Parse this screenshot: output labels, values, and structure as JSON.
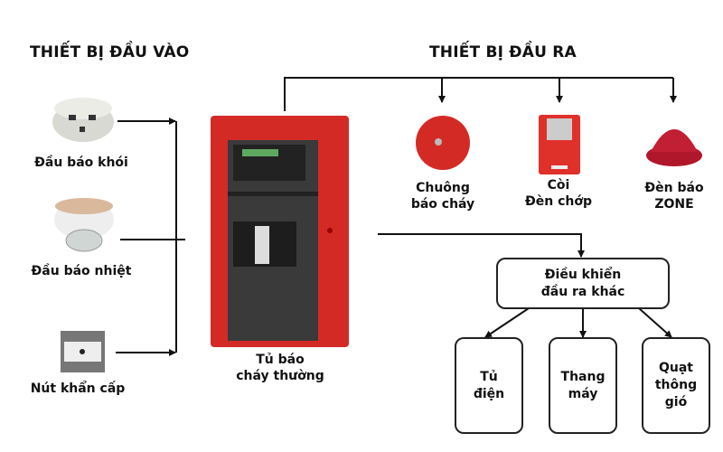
{
  "inputs": {
    "heading": "THIẾT BỊ ĐẦU VÀO",
    "smoke_detector": "Đầu báo khói",
    "heat_detector": "Đầu báo nhiệt",
    "emergency_button": "Nút khẩn cấp"
  },
  "panel": {
    "label_line1": "Tủ báo",
    "label_line2": "cháy thường"
  },
  "outputs": {
    "heading": "THIẾT BỊ ĐẦU RA",
    "bell_line1": "Chuông",
    "bell_line2": "báo cháy",
    "strobe_line1": "Còi",
    "strobe_line2": "Đèn chớp",
    "zone_line1": "Đèn báo",
    "zone_line2": "ZONE",
    "control": "Điều khiển\nđầu ra khác",
    "electrical_cabinet": "Tủ\nđiện",
    "elevator": "Thang\nmáy",
    "ventilation_fan": "Quạt\nthông\ngió"
  },
  "colors": {
    "red": "#d42a26",
    "line": "#111111"
  }
}
